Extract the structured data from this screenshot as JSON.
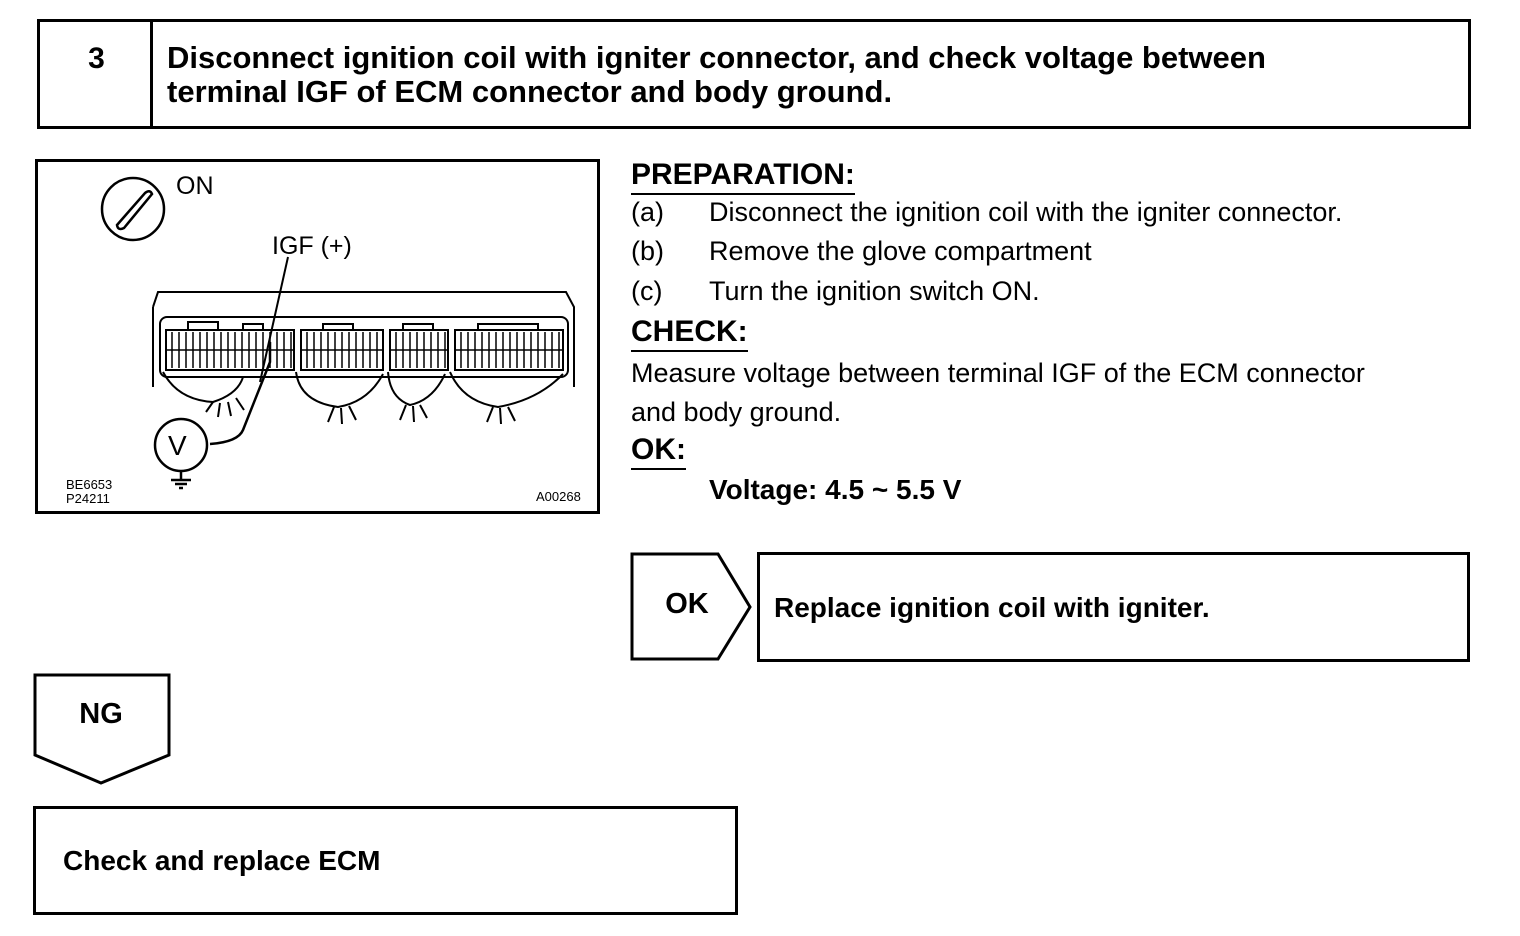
{
  "step": {
    "number": "3",
    "title_line1": "Disconnect ignition coil with igniter connector, and check voltage between",
    "title_line2": "terminal IGF of ECM connector and body ground."
  },
  "diagram": {
    "switch_label": "ON",
    "terminal_label": "IGF (+)",
    "meter_symbol": "V",
    "code_left_1": "BE6653",
    "code_left_2": "P24211",
    "code_right": "A00268"
  },
  "preparation": {
    "heading": "PREPARATION:",
    "steps": [
      {
        "letter": "(a)",
        "text": "Disconnect the ignition coil with the igniter connector."
      },
      {
        "letter": "(b)",
        "text": "Remove the glove compartment"
      },
      {
        "letter": "(c)",
        "text": "Turn the ignition switch ON."
      }
    ]
  },
  "check": {
    "heading": "CHECK:",
    "line1": "Measure voltage between terminal IGF of the ECM connector",
    "line2": "and body ground."
  },
  "ok_spec": {
    "heading": "OK:",
    "value": "Voltage: 4.5 ~ 5.5 V"
  },
  "ok_result": {
    "tag": "OK",
    "action": "Replace ignition coil with igniter."
  },
  "ng_result": {
    "tag": "NG",
    "action": "Check and replace ECM"
  }
}
